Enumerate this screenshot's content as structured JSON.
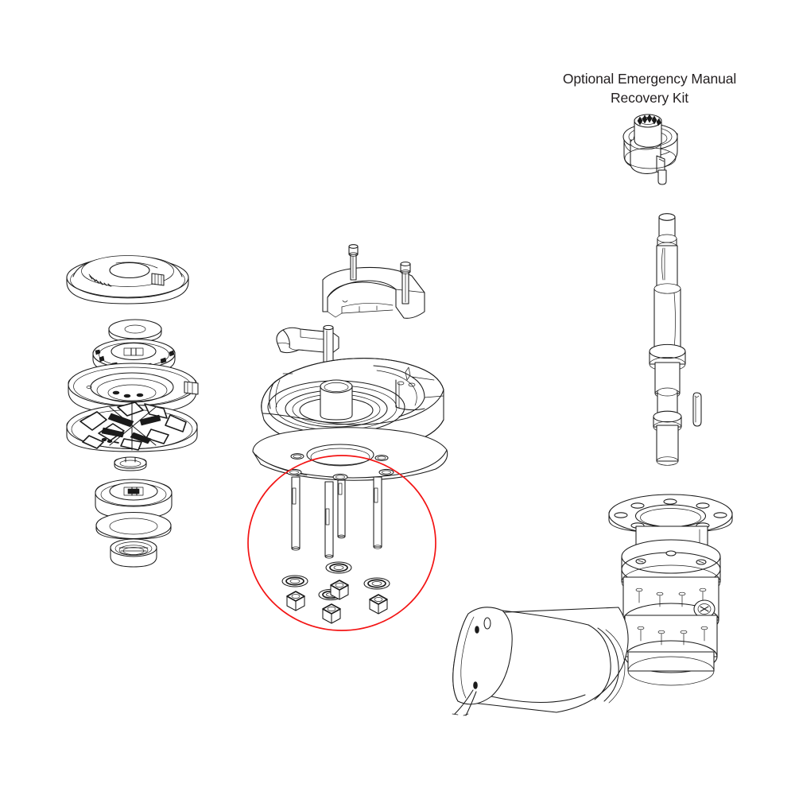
{
  "document": {
    "type": "exploded-assembly-diagram",
    "subject": "vertical marine windlass",
    "background_color": "#ffffff",
    "line_color": "#1a1a1a",
    "callout_color": "#f31414"
  },
  "caption": {
    "line1": "Optional Emergency Manual",
    "line2": "Recovery Kit"
  },
  "callout": {
    "shape": "ellipse",
    "color": "#f31414",
    "encircles": "mounting studs, flat washers and hex lock nuts"
  },
  "groups": [
    {
      "id": "capstan-stack",
      "label": "Capstan / gypsy stack",
      "parts": [
        {
          "name": "top-cap",
          "label": "Capstan top cap"
        },
        {
          "name": "cap-washer",
          "label": "Cap washer"
        },
        {
          "name": "clutch-cone-plate",
          "label": "Clutch cone plate"
        },
        {
          "name": "chain-gypsy",
          "label": "Chain gypsy / wildcat"
        },
        {
          "name": "snap-ring",
          "label": "Retaining snap ring"
        },
        {
          "name": "clutch-cone",
          "label": "Lower clutch cone"
        },
        {
          "name": "flat-washer-large",
          "label": "Large flat washer"
        },
        {
          "name": "lock-nut",
          "label": "Shaft lock nut"
        }
      ]
    },
    {
      "id": "deck-housing",
      "label": "Deck housing assembly",
      "parts": [
        {
          "name": "chain-stripper-cover",
          "label": "Chain stripper cover"
        },
        {
          "name": "stripper-bolt-left",
          "label": "Stripper cover bolt"
        },
        {
          "name": "stripper-bolt-right",
          "label": "Stripper cover bolt"
        },
        {
          "name": "clutch-lever",
          "label": "Clutch handle lever"
        },
        {
          "name": "lever-spring-bolt",
          "label": "Lever spring bolt"
        },
        {
          "name": "main-housing",
          "label": "Main deck housing"
        },
        {
          "name": "mounting-flange",
          "label": "Mounting flange"
        },
        {
          "name": "center-boss",
          "label": "Center bearing boss"
        }
      ]
    },
    {
      "id": "fasteners",
      "label": "Mounting fasteners",
      "stud_count": 4,
      "washer_count": 4,
      "nut_count": 4,
      "parts": [
        {
          "name": "mounting-stud",
          "label": "Mounting stud"
        },
        {
          "name": "flat-washer",
          "label": "Flat washer"
        },
        {
          "name": "hex-lock-nut",
          "label": "Hex lock nut"
        }
      ]
    },
    {
      "id": "driveline",
      "label": "Driveline",
      "parts": [
        {
          "name": "drive-shaft",
          "label": "Stepped drive shaft"
        },
        {
          "name": "shaft-key",
          "label": "Shaft key"
        }
      ]
    },
    {
      "id": "power-unit",
      "label": "Motor and gearbox",
      "parts": [
        {
          "name": "gearbox-flange",
          "label": "Gearbox mounting flange"
        },
        {
          "name": "gearbox-body",
          "label": "Gearbox body"
        },
        {
          "name": "gearbox-drain-plug",
          "label": "Gearbox drain plug"
        },
        {
          "name": "electric-motor",
          "label": "Electric motor"
        },
        {
          "name": "motor-leads",
          "label": "Motor wire leads"
        }
      ]
    },
    {
      "id": "recovery-kit",
      "label": "Optional Emergency Manual Recovery Kit",
      "parts": [
        {
          "name": "socket-hub",
          "label": "12-point socket hub"
        },
        {
          "name": "kit-collar",
          "label": "Kit collar"
        },
        {
          "name": "kit-handle-pin",
          "label": "Handle pin"
        }
      ]
    }
  ]
}
